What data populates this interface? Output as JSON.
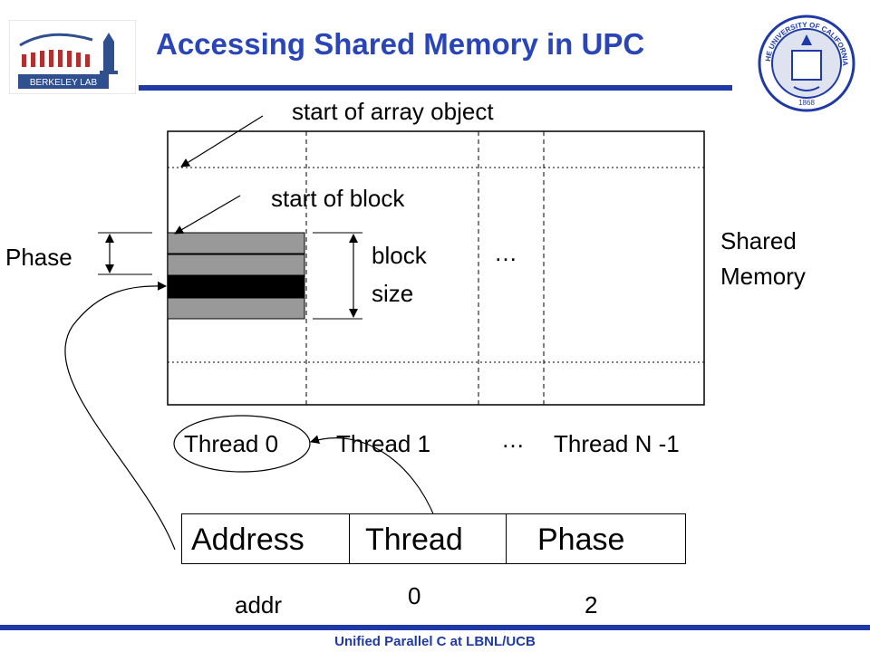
{
  "slide": {
    "title": "Accessing Shared Memory in UPC",
    "footer": "Unified Parallel C at LBNL/UCB"
  },
  "logos": {
    "left": {
      "text": "BERKELEY LAB",
      "icon": "berkeley-lab-logo"
    },
    "right": {
      "icon": "uc-seal-logo",
      "text_top": "THE UNIVERSITY OF CALIFORNIA",
      "text_bottom": "1868"
    }
  },
  "diagram": {
    "start_array_label": "start of array object",
    "start_block_label": "start of block",
    "phase_label": "Phase",
    "block_size_line1": "block",
    "block_size_line2": "size",
    "ellipsis_top": "…",
    "shared_memory_line1": "Shared",
    "shared_memory_line2": "Memory",
    "threads": [
      "Thread 0",
      "Thread 1",
      "Thread N -1"
    ],
    "ellipsis_threads": "…",
    "fields": [
      "Address",
      "Thread",
      "Phase"
    ],
    "values": [
      "addr",
      "0",
      "2"
    ]
  },
  "colors": {
    "title": "#2a45b8",
    "rule": "#1f3aa6",
    "block_gray": "#999999",
    "block_black": "#000000"
  }
}
